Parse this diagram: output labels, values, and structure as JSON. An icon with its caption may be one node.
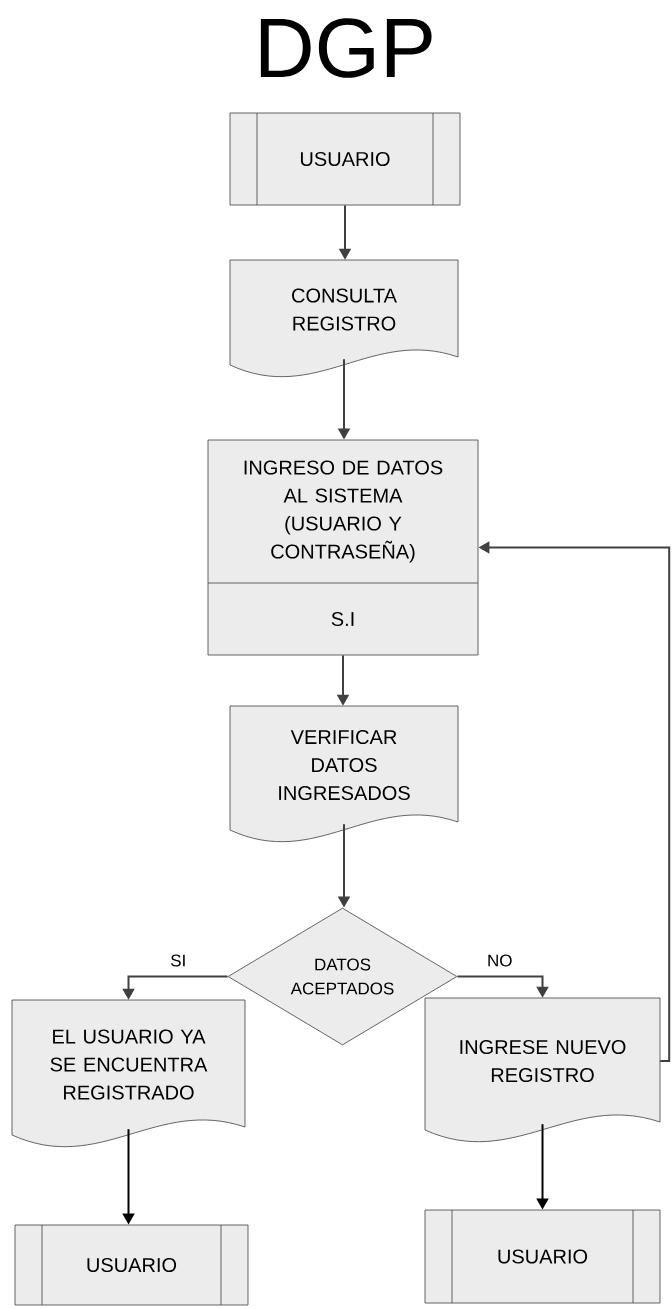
{
  "diagram": {
    "title": "DGP",
    "nodes": [
      {
        "text": [
          "USUARIO"
        ]
      },
      {
        "text": [
          "CONSULTA REGISTRO"
        ]
      },
      {
        "text": [
          "INGRESO DE DATOS AL SISTEMA (USUARIO Y CONTRASEÑA)",
          "S.I"
        ]
      },
      {
        "text": [
          "VERIFICAR DATOS INGRESADOS"
        ]
      },
      {
        "text": [
          "DATOS ACEPTADOS"
        ]
      },
      {
        "text": [
          "EL USUARIO YA SE ENCUENTRA REGISTRADO"
        ]
      },
      {
        "text": [
          "INGRESE NUEVO REGISTRO"
        ]
      },
      {
        "text": [
          "USUARIO"
        ]
      },
      {
        "text": [
          "USUARIO"
        ]
      }
    ],
    "edges": [
      {
        "from": 0,
        "to": 1,
        "arrow": "to"
      },
      {
        "from": 1,
        "to": 2,
        "arrow": "to"
      },
      {
        "from": 2,
        "to": 3,
        "arrow": "to"
      },
      {
        "from": 3,
        "to": 4,
        "arrow": "to"
      },
      {
        "from": 4,
        "to": 5,
        "arrow": "to",
        "label": "SI"
      },
      {
        "from": 4,
        "to": 6,
        "arrow": "to",
        "label": "NO"
      },
      {
        "from": 5,
        "to": 7,
        "arrow": "to",
        "color": "#000000"
      },
      {
        "from": 6,
        "to": 8,
        "arrow": "to",
        "color": "#000000"
      },
      {
        "from": 6,
        "to": 2,
        "arrow": "to"
      }
    ]
  }
}
